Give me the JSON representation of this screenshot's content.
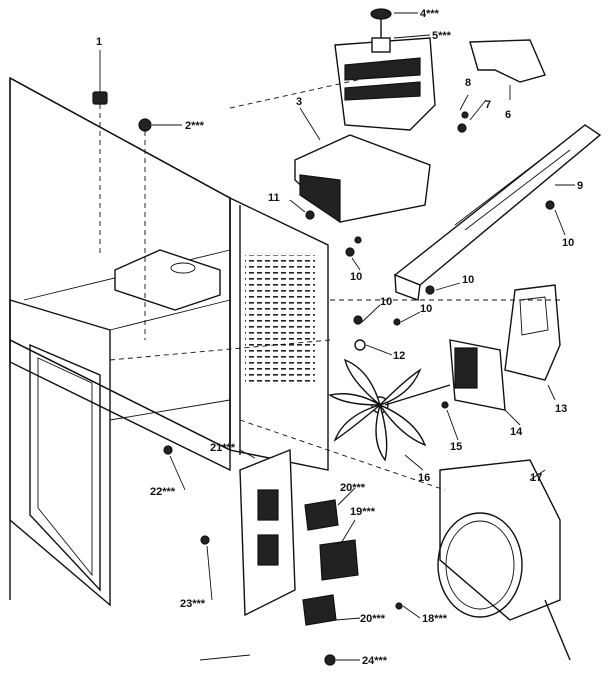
{
  "callouts": {
    "c1": "1",
    "c2": "2***",
    "c3": "3",
    "c4": "4***",
    "c5": "5***",
    "c6": "6",
    "c7": "7",
    "c8": "8",
    "c9": "9",
    "c10a": "10",
    "c10b": "10",
    "c10c": "10",
    "c10d": "10",
    "c10e": "10",
    "c11": "11",
    "c12": "12",
    "c13": "13",
    "c14": "14",
    "c15": "15",
    "c16": "16",
    "c17": "17",
    "c18": "18***",
    "c19": "19***",
    "c20a": "20***",
    "c20b": "20***",
    "c21": "21***",
    "c22": "22***",
    "c23": "23***",
    "c24": "24***"
  }
}
